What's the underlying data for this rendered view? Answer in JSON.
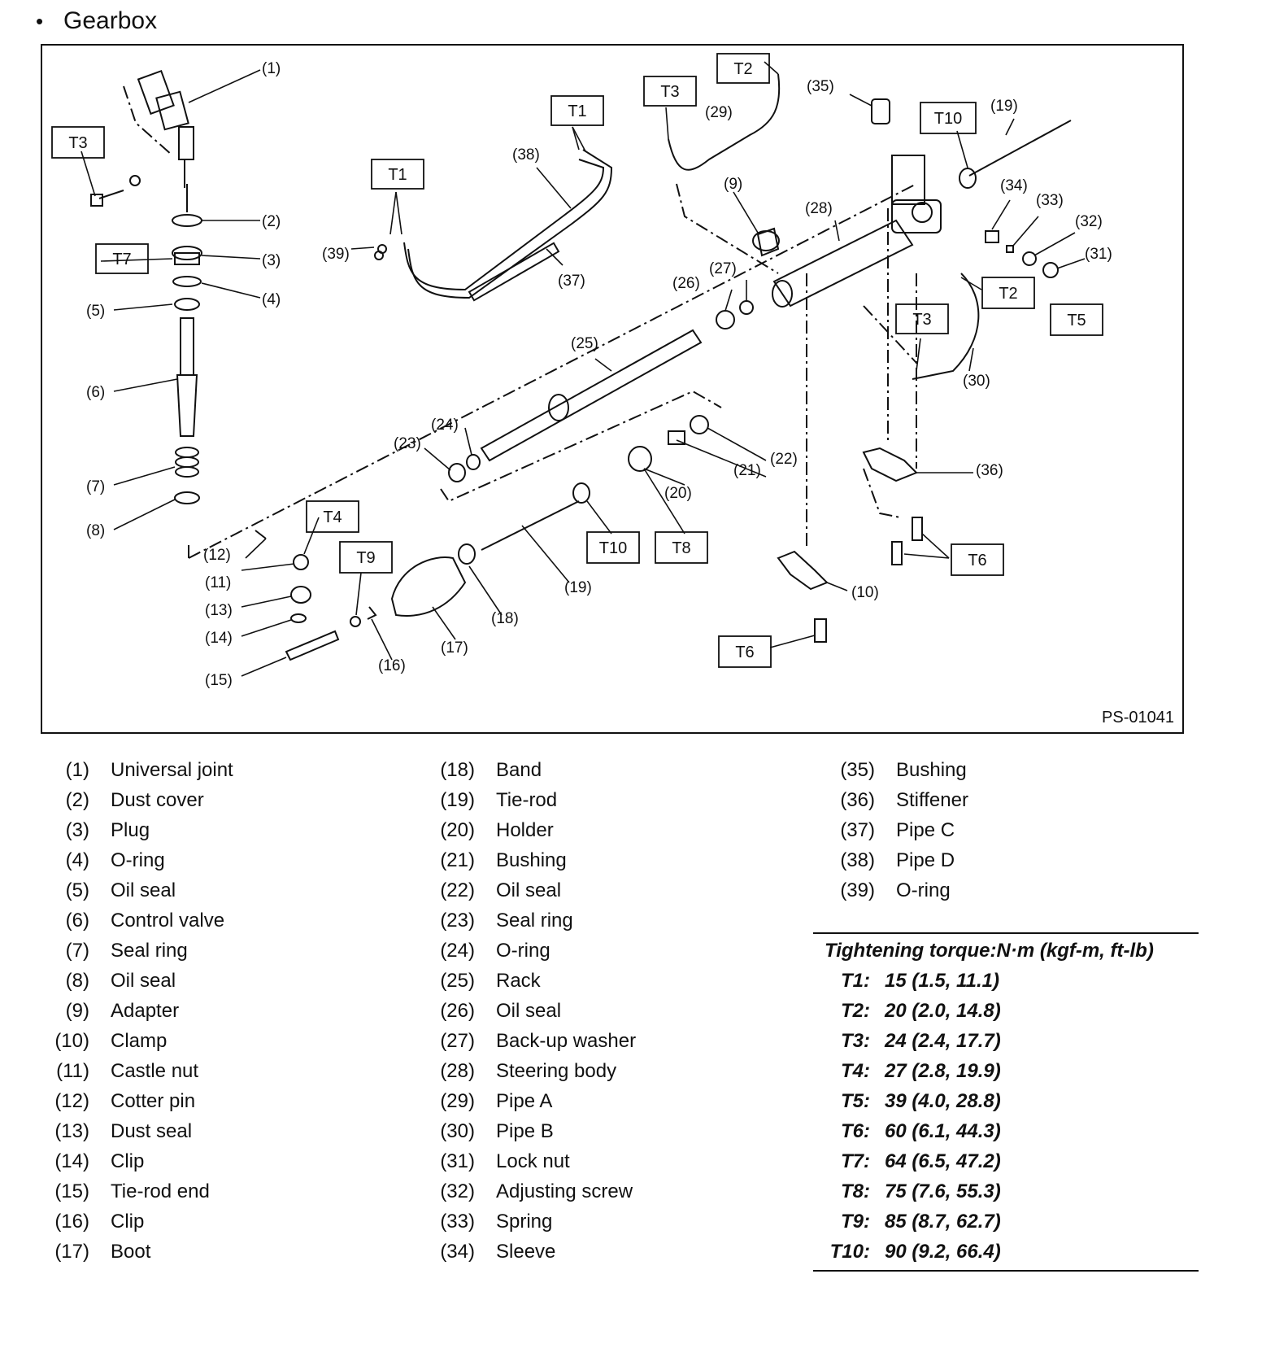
{
  "page": {
    "heading_bullet": "•",
    "heading": "Gearbox"
  },
  "figure": {
    "id": "PS-01041",
    "callouts": {
      "c1": "(1)",
      "c2": "(2)",
      "c3": "(3)",
      "c4": "(4)",
      "c5": "(5)",
      "c6": "(6)",
      "c7": "(7)",
      "c8": "(8)",
      "c9": "(9)",
      "c10": "(10)",
      "c11": "(11)",
      "c12": "(12)",
      "c13": "(13)",
      "c14": "(14)",
      "c15": "(15)",
      "c16": "(16)",
      "c17": "(17)",
      "c18": "(18)",
      "c19a": "(19)",
      "c19b": "(19)",
      "c20": "(20)",
      "c21": "(21)",
      "c22": "(22)",
      "c23": "(23)",
      "c24": "(24)",
      "c25": "(25)",
      "c26": "(26)",
      "c27": "(27)",
      "c28": "(28)",
      "c29": "(29)",
      "c30": "(30)",
      "c31": "(31)",
      "c32": "(32)",
      "c33": "(33)",
      "c34": "(34)",
      "c35": "(35)",
      "c36": "(36)",
      "c37": "(37)",
      "c38": "(38)",
      "c39": "(39)"
    },
    "torque_tags": {
      "t3a": "T3",
      "t7": "T7",
      "t1a": "T1",
      "t1b": "T1",
      "t3b": "T3",
      "t2a": "T2",
      "t10a": "T10",
      "t2b": "T2",
      "t3c": "T3",
      "t5": "T5",
      "t4": "T4",
      "t9": "T9",
      "t10b": "T10",
      "t8": "T8",
      "t6a": "T6",
      "t6b": "T6"
    }
  },
  "legend": {
    "col1": [
      {
        "num": "(1)",
        "name": "Universal joint"
      },
      {
        "num": "(2)",
        "name": "Dust cover"
      },
      {
        "num": "(3)",
        "name": "Plug"
      },
      {
        "num": "(4)",
        "name": "O-ring"
      },
      {
        "num": "(5)",
        "name": "Oil seal"
      },
      {
        "num": "(6)",
        "name": "Control valve"
      },
      {
        "num": "(7)",
        "name": "Seal ring"
      },
      {
        "num": "(8)",
        "name": "Oil seal"
      },
      {
        "num": "(9)",
        "name": "Adapter"
      },
      {
        "num": "(10)",
        "name": "Clamp"
      },
      {
        "num": "(11)",
        "name": "Castle nut"
      },
      {
        "num": "(12)",
        "name": "Cotter pin"
      },
      {
        "num": "(13)",
        "name": "Dust seal"
      },
      {
        "num": "(14)",
        "name": "Clip"
      },
      {
        "num": "(15)",
        "name": "Tie-rod end"
      },
      {
        "num": "(16)",
        "name": "Clip"
      },
      {
        "num": "(17)",
        "name": "Boot"
      }
    ],
    "col2": [
      {
        "num": "(18)",
        "name": "Band"
      },
      {
        "num": "(19)",
        "name": "Tie-rod"
      },
      {
        "num": "(20)",
        "name": "Holder"
      },
      {
        "num": "(21)",
        "name": "Bushing"
      },
      {
        "num": "(22)",
        "name": "Oil seal"
      },
      {
        "num": "(23)",
        "name": "Seal ring"
      },
      {
        "num": "(24)",
        "name": "O-ring"
      },
      {
        "num": "(25)",
        "name": "Rack"
      },
      {
        "num": "(26)",
        "name": "Oil seal"
      },
      {
        "num": "(27)",
        "name": "Back-up washer"
      },
      {
        "num": "(28)",
        "name": "Steering body"
      },
      {
        "num": "(29)",
        "name": "Pipe A"
      },
      {
        "num": "(30)",
        "name": "Pipe B"
      },
      {
        "num": "(31)",
        "name": "Lock nut"
      },
      {
        "num": "(32)",
        "name": "Adjusting screw"
      },
      {
        "num": "(33)",
        "name": "Spring"
      },
      {
        "num": "(34)",
        "name": "Sleeve"
      }
    ],
    "col3": [
      {
        "num": "(35)",
        "name": "Bushing"
      },
      {
        "num": "(36)",
        "name": "Stiffener"
      },
      {
        "num": "(37)",
        "name": "Pipe C"
      },
      {
        "num": "(38)",
        "name": "Pipe D"
      },
      {
        "num": "(39)",
        "name": "O-ring"
      }
    ]
  },
  "torque": {
    "title": "Tightening torque:N·m (kgf-m, ft-lb)",
    "rows": [
      {
        "tag": "T1:",
        "value": "15 (1.5, 11.1)"
      },
      {
        "tag": "T2:",
        "value": "20 (2.0, 14.8)"
      },
      {
        "tag": "T3:",
        "value": "24 (2.4, 17.7)"
      },
      {
        "tag": "T4:",
        "value": "27 (2.8, 19.9)"
      },
      {
        "tag": "T5:",
        "value": "39 (4.0, 28.8)"
      },
      {
        "tag": "T6:",
        "value": "60 (6.1, 44.3)"
      },
      {
        "tag": "T7:",
        "value": "64 (6.5, 47.2)"
      },
      {
        "tag": "T8:",
        "value": "75 (7.6, 55.3)"
      },
      {
        "tag": "T9:",
        "value": "85 (8.7, 62.7)"
      },
      {
        "tag": "T10:",
        "value": "90 (9.2, 66.4)"
      }
    ]
  }
}
